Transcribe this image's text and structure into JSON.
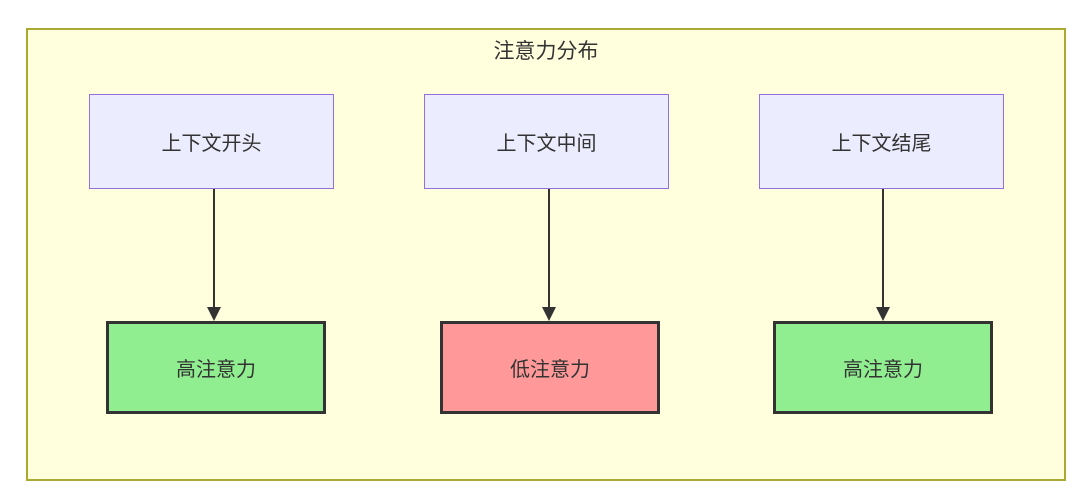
{
  "diagram": {
    "title": "注意力分布",
    "columns": [
      {
        "top": "上下文开头",
        "bottom": "高注意力",
        "level": "high"
      },
      {
        "top": "上下文中间",
        "bottom": "低注意力",
        "level": "low"
      },
      {
        "top": "上下文结尾",
        "bottom": "高注意力",
        "level": "high"
      }
    ],
    "colors": {
      "page_bg": "#ffffff",
      "cluster_bg": "#ffffde",
      "cluster_border": "#aaaa33",
      "context_node_bg": "#ececff",
      "context_node_border": "#9370db",
      "high_attention_bg": "#90ee90",
      "low_attention_bg": "#ff9999",
      "result_node_border": "#333333",
      "arrow": "#333333",
      "text": "#333333"
    }
  }
}
